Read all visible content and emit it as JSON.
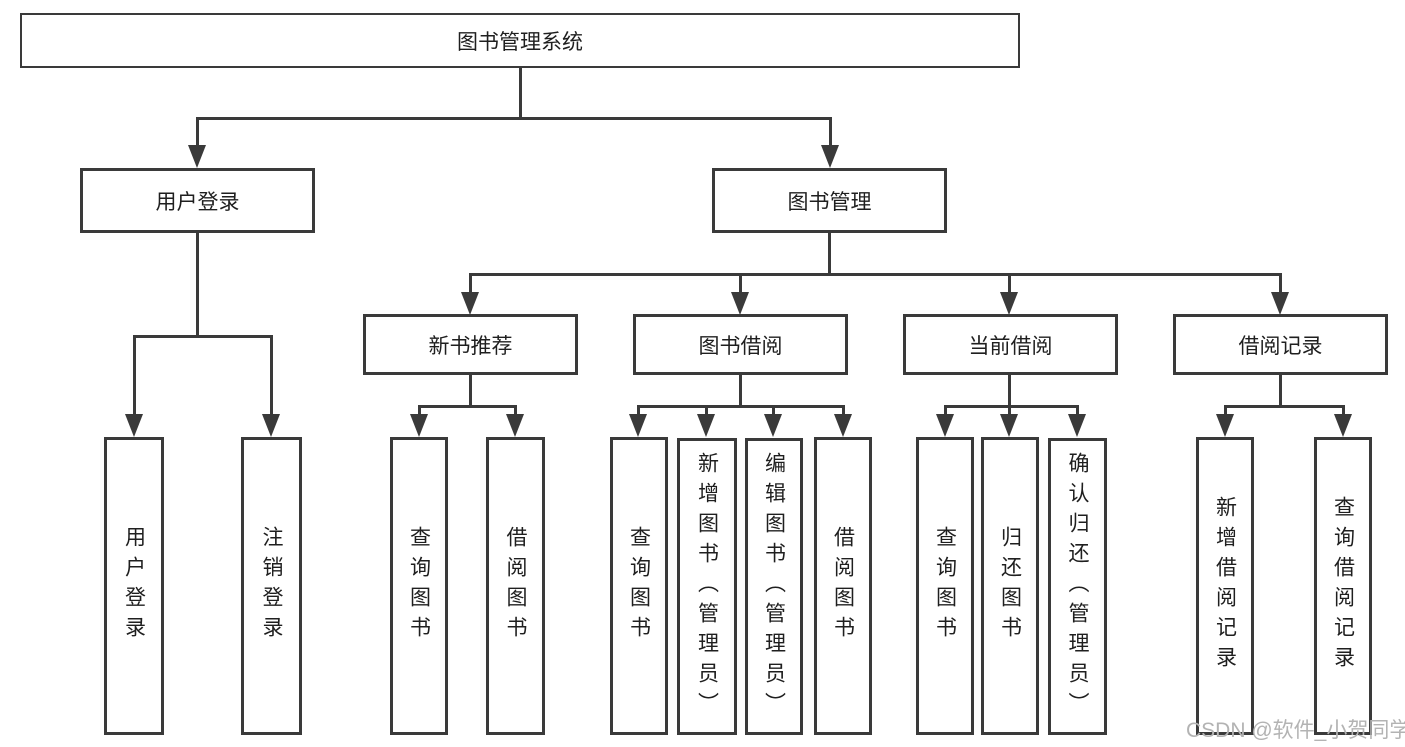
{
  "diagram_title": "图书管理系统",
  "tree": {
    "root": "图书管理系统",
    "branches": [
      {
        "label": "用户登录",
        "leaves": [
          "用户登录",
          "注销登录"
        ]
      },
      {
        "label": "图书管理",
        "groups": [
          {
            "label": "新书推荐",
            "leaves": [
              "查询图书",
              "借阅图书"
            ]
          },
          {
            "label": "图书借阅",
            "leaves": [
              "查询图书",
              "新增图书（管理员）",
              "编辑图书（管理员）",
              "借阅图书"
            ]
          },
          {
            "label": "当前借阅",
            "leaves": [
              "查询图书",
              "归还图书",
              "确认归还（管理员）"
            ]
          },
          {
            "label": "借阅记录",
            "leaves": [
              "新增借阅记录",
              "查询借阅记录"
            ]
          }
        ]
      }
    ]
  },
  "watermark": {
    "text": "CSDN @软件_小贺同学"
  },
  "colors": {
    "line": "#3a3a3a",
    "box_border": "#3a3a3a",
    "box_background": "#ffffff",
    "text": "#1f1f1f",
    "watermark_text": "#b3b3b3",
    "page_background": "#ffffff"
  }
}
